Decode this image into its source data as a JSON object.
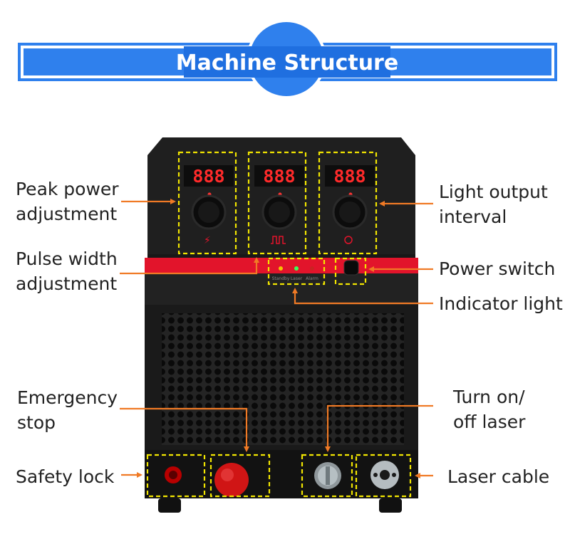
{
  "header": {
    "title": "Machine Structure"
  },
  "machine": {
    "display_values": [
      "888",
      "888",
      "888"
    ],
    "indicator_labels": [
      "Standby",
      "Laser",
      "Alarm"
    ]
  },
  "callouts": {
    "peak_power": [
      "Peak power",
      "adjustment"
    ],
    "pulse_width": [
      "Pulse width",
      "adjustment"
    ],
    "emergency_stop": [
      "Emergency",
      "stop"
    ],
    "safety_lock": "Safety lock",
    "light_output": [
      "Light output",
      "interval"
    ],
    "power_switch": "Power switch",
    "indicator_light": "Indicator light",
    "turn_on_off": [
      "Turn on/",
      "off laser"
    ],
    "laser_cable": "Laser cable"
  },
  "colors": {
    "header_blue": "#2f80ed",
    "header_dark": "#1a5fc9",
    "highlight_box": "#f2e600",
    "arrow": "#f07a25",
    "red_band": "#e2142b",
    "body_dark": "#1c1c1c"
  }
}
